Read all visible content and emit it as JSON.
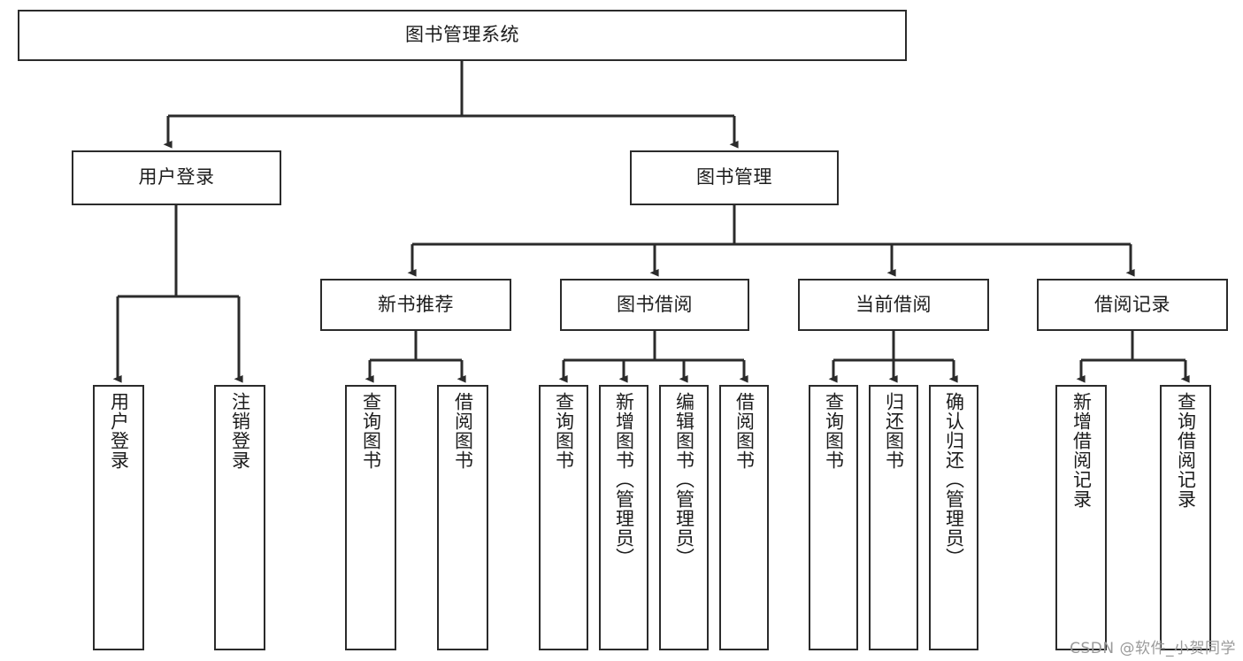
{
  "diagram": {
    "title": "图书管理系统",
    "type": "tree-hierarchy-chart",
    "colors": {
      "box_border": "#2b2b2b",
      "box_fill": "#ffffff",
      "connector": "#2b2b2b",
      "background": "#ffffff",
      "watermark": "#9a9a9a"
    },
    "root": {
      "label": "图书管理系统"
    },
    "level2": [
      {
        "label": "用户登录"
      },
      {
        "label": "图书管理"
      }
    ],
    "level3": [
      {
        "label": "新书推荐"
      },
      {
        "label": "图书借阅"
      },
      {
        "label": "当前借阅"
      },
      {
        "label": "借阅记录"
      }
    ],
    "leaves": {
      "user_login": [
        {
          "label": "用户登录"
        },
        {
          "label": "注销登录"
        }
      ],
      "new_book_rec": [
        {
          "label": "查询图书"
        },
        {
          "label": "借阅图书"
        }
      ],
      "book_borrow": [
        {
          "label": "查询图书"
        },
        {
          "label": "新增图书（管理员）"
        },
        {
          "label": "编辑图书（管理员）"
        },
        {
          "label": "借阅图书"
        }
      ],
      "current_borrow": [
        {
          "label": "查询图书"
        },
        {
          "label": "归还图书"
        },
        {
          "label": "确认归还（管理员）"
        }
      ],
      "borrow_record": [
        {
          "label": "新增借阅记录"
        },
        {
          "label": "查询借阅记录"
        }
      ]
    }
  },
  "watermark": {
    "text": "CSDN @软件_小贺同学"
  }
}
